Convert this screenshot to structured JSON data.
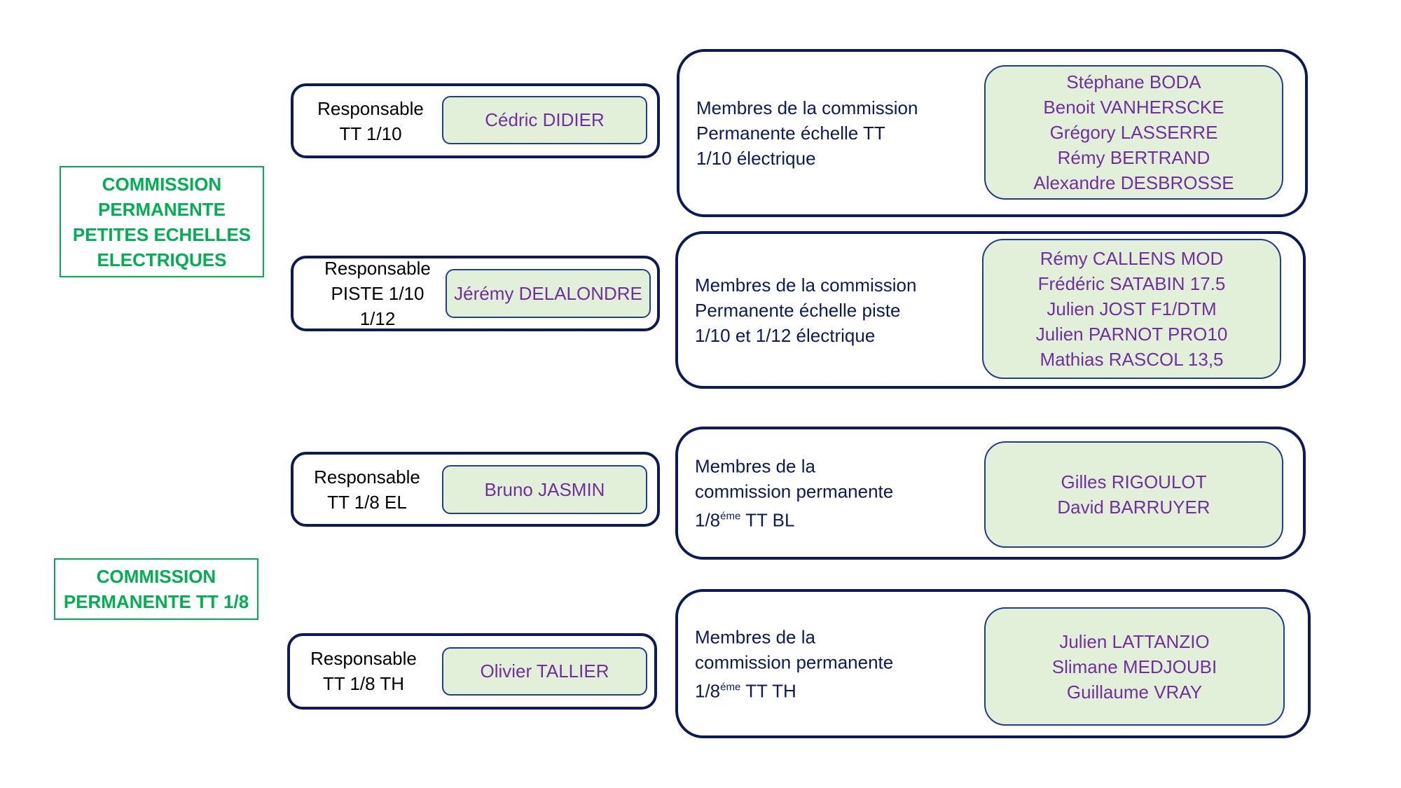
{
  "commissions": [
    {
      "title_lines": [
        "COMMISSION",
        "PERMANENTE",
        "PETITES ECHELLES",
        "ELECTRIQUES"
      ]
    },
    {
      "title_lines": [
        "COMMISSION",
        "PERMANENTE TT 1/8"
      ]
    }
  ],
  "groups": [
    {
      "resp_lines": [
        "Responsable",
        "TT 1/10"
      ],
      "resp_name": "Cédric DIDIER",
      "members_label": [
        "Membres de la commission",
        "Permanente échelle TT",
        "1/10 électrique"
      ],
      "members": [
        "Stéphane BODA",
        "Benoit VANHERSCKE",
        "Grégory LASSERRE",
        "Rémy BERTRAND",
        "Alexandre DESBROSSE"
      ]
    },
    {
      "resp_lines": [
        "Responsable",
        "PISTE 1/10",
        "1/12"
      ],
      "resp_name": "Jérémy DELALONDRE",
      "members_label": [
        "Membres de la commission",
        "Permanente échelle piste",
        "1/10 et 1/12 électrique"
      ],
      "members": [
        "Rémy CALLENS MOD",
        "Frédéric SATABIN 17.5",
        "Julien JOST F1/DTM",
        "Julien PARNOT PRO10",
        "Mathias RASCOL 13,5"
      ]
    },
    {
      "resp_lines": [
        "Responsable",
        "TT 1/8 EL"
      ],
      "resp_name": "Bruno JASMIN",
      "members_label": [
        "Membres de la",
        "commission permanente",
        "1/8",
        "éme",
        " TT BL"
      ],
      "members": [
        "Gilles RIGOULOT",
        "David BARRUYER"
      ]
    },
    {
      "resp_lines": [
        "Responsable",
        "TT 1/8 TH"
      ],
      "resp_name": "Olivier TALLIER",
      "members_label": [
        "Membres de la",
        "commission permanente",
        "1/8",
        "éme",
        " TT TH"
      ],
      "members": [
        "Julien LATTANZIO",
        "Slimane MEDJOUBI",
        "Guillaume VRAY"
      ]
    }
  ]
}
